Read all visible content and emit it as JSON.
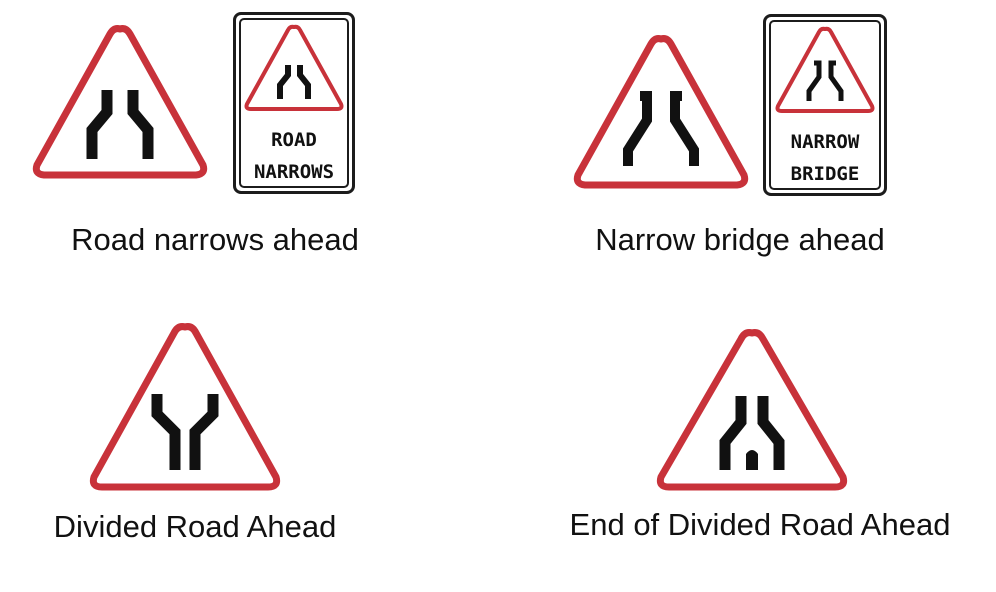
{
  "colors": {
    "border_red": "#c8323a",
    "symbol_black": "#111111",
    "background": "#ffffff"
  },
  "signs": [
    {
      "icon": "road-narrows-icon",
      "plate": {
        "line1": "ROAD",
        "line2": "NARROWS"
      },
      "caption": "Road narrows ahead"
    },
    {
      "icon": "narrow-bridge-icon",
      "plate": {
        "line1": "NARROW",
        "line2": "BRIDGE"
      },
      "caption": "Narrow bridge ahead"
    },
    {
      "icon": "divided-road-icon",
      "caption": "Divided Road Ahead"
    },
    {
      "icon": "end-divided-road-icon",
      "caption": "End of Divided Road Ahead"
    }
  ]
}
